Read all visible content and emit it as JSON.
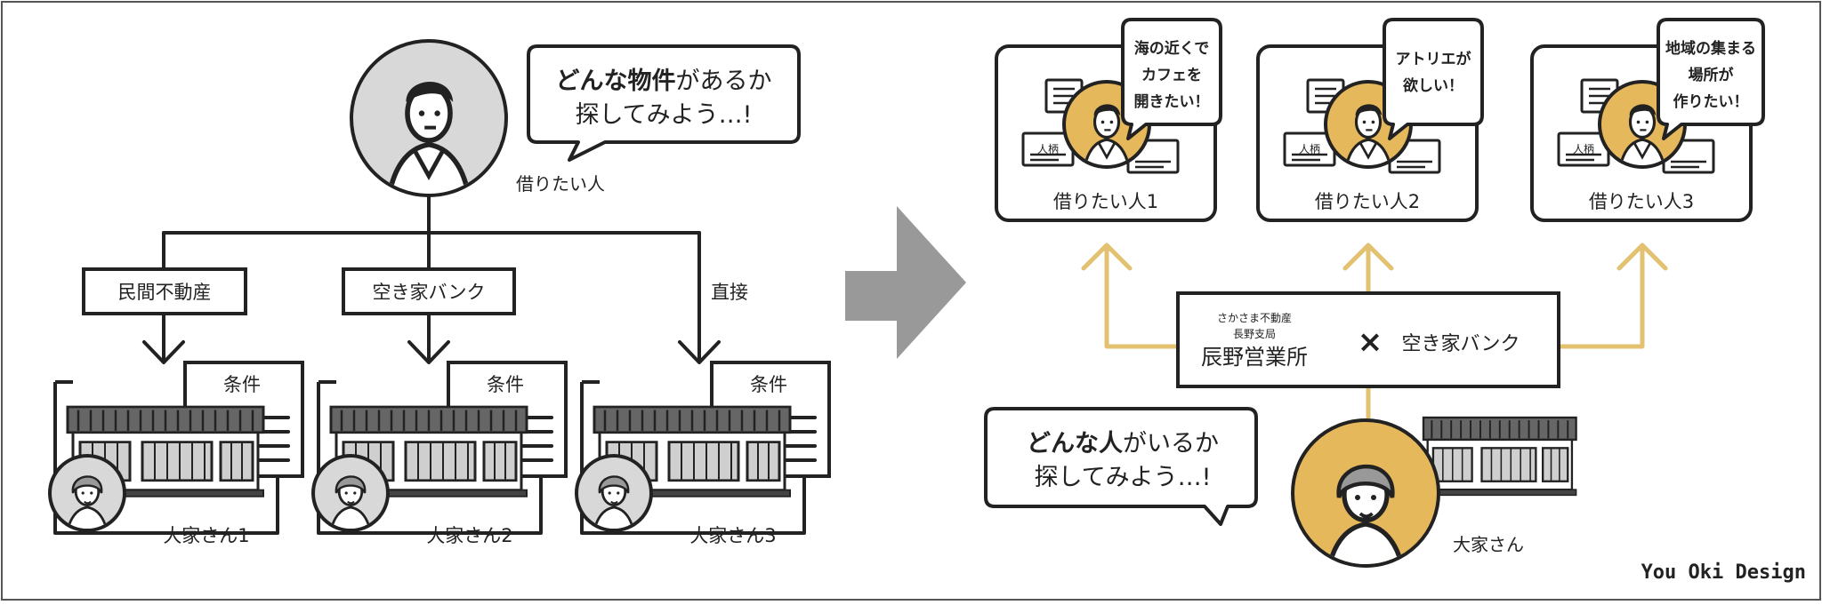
{
  "colors": {
    "ink": "#222222",
    "accent_gold": "#e6b85c",
    "arrow_gold": "#e2c170",
    "gray_fill": "#d8d8d8",
    "big_arrow": "#999999",
    "frame": "#555555"
  },
  "left": {
    "bubble": {
      "bold": "どんな物件",
      "rest": "があるか",
      "line2": "探してみよう…!"
    },
    "tenant_label": "借りたい人",
    "routes": [
      {
        "label": "民間不動産",
        "boxed": true
      },
      {
        "label": "空き家バンク",
        "boxed": true
      },
      {
        "label": "直接",
        "boxed": false
      }
    ],
    "properties": [
      {
        "doc": "条件",
        "owner": "大家さん1"
      },
      {
        "doc": "条件",
        "owner": "大家さん2"
      },
      {
        "doc": "条件",
        "owner": "大家さん3"
      }
    ]
  },
  "right": {
    "tenants": [
      {
        "label": "借りたい人1",
        "profile_tag": "人柄",
        "wish": [
          "海の近くで",
          "カフェを",
          "開きたい！"
        ]
      },
      {
        "label": "借りたい人2",
        "profile_tag": "人柄",
        "wish": [
          "アトリエが",
          "欲しい！"
        ]
      },
      {
        "label": "借りたい人3",
        "profile_tag": "人柄",
        "wish": [
          "地域の集まる",
          "場所が",
          "作りたい！"
        ]
      }
    ],
    "agency": {
      "company_small_1": "さかさま不動産",
      "company_small_2": "長野支局",
      "company_main": "辰野営業所",
      "times": "×",
      "partner": "空き家バンク"
    },
    "bubble": {
      "bold": "どんな人",
      "rest": "がいるか",
      "line2": "探してみよう…!"
    },
    "owner_label": "大家さん"
  },
  "brand": "You Oki Design",
  "icons": [
    "tenant-avatar-icon",
    "owner-avatar-icon",
    "house-icon",
    "document-icon",
    "profile-card-icon",
    "right-arrow-icon",
    "up-arrow-icon",
    "down-arrow-icon"
  ]
}
